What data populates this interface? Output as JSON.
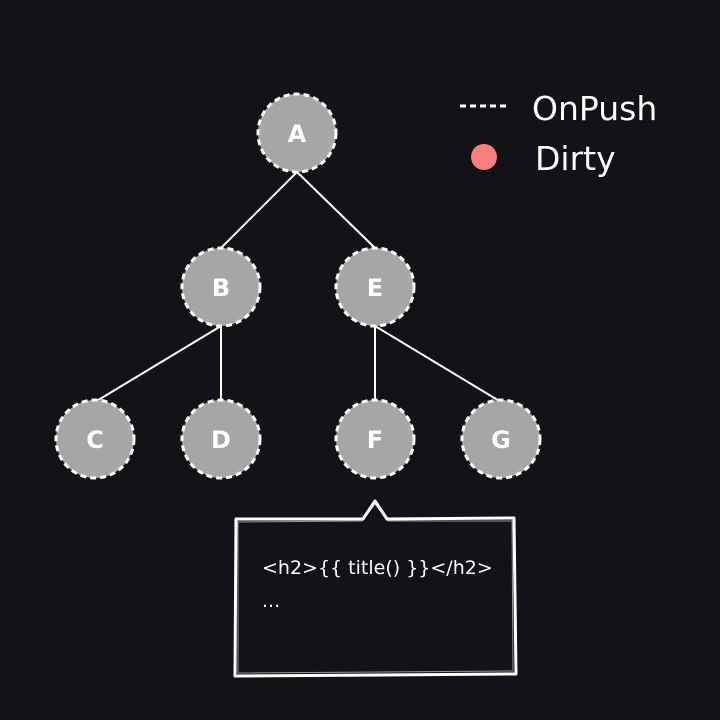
{
  "colors": {
    "background": "#131217",
    "node_fill": "#a6a6a6",
    "node_border": "#ffffff",
    "edge": "#ffffff",
    "dirty": "#f87f7b"
  },
  "legend": {
    "onpush_label": "OnPush",
    "dirty_label": "Dirty"
  },
  "nodes": [
    {
      "id": "A",
      "label": "A",
      "change_detection": "OnPush",
      "dirty": false
    },
    {
      "id": "B",
      "label": "B",
      "change_detection": "OnPush",
      "dirty": false
    },
    {
      "id": "E",
      "label": "E",
      "change_detection": "OnPush",
      "dirty": false
    },
    {
      "id": "C",
      "label": "C",
      "change_detection": "OnPush",
      "dirty": false
    },
    {
      "id": "D",
      "label": "D",
      "change_detection": "OnPush",
      "dirty": false
    },
    {
      "id": "F",
      "label": "F",
      "change_detection": "OnPush",
      "dirty": false
    },
    {
      "id": "G",
      "label": "G",
      "change_detection": "OnPush",
      "dirty": false
    }
  ],
  "edges": [
    {
      "from": "A",
      "to": "B"
    },
    {
      "from": "A",
      "to": "E"
    },
    {
      "from": "B",
      "to": "C"
    },
    {
      "from": "B",
      "to": "D"
    },
    {
      "from": "E",
      "to": "F"
    },
    {
      "from": "E",
      "to": "G"
    }
  ],
  "callout": {
    "target": "F",
    "lines": [
      "<h2>{{ title() }}</h2>",
      "..."
    ]
  }
}
